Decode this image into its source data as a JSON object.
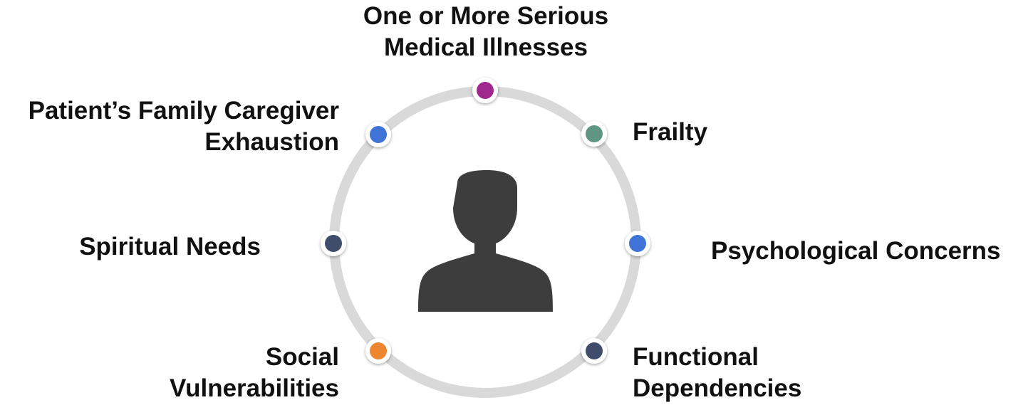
{
  "diagram": {
    "ring_color": "#d9d9d9",
    "figure_color": "#3d3d3d",
    "figure_icon": "person-silhouette-icon",
    "factors": [
      {
        "id": "serious-illness",
        "lines": [
          "One or More Serious",
          "Medical Illnesses"
        ],
        "color": "#a0278d"
      },
      {
        "id": "frailty",
        "lines": [
          "Frailty"
        ],
        "color": "#5f9583"
      },
      {
        "id": "psychological",
        "lines": [
          "Psychological Concerns"
        ],
        "color": "#3f73d6"
      },
      {
        "id": "functional",
        "lines": [
          "Functional",
          "Dependencies"
        ],
        "color": "#3f4d6a"
      },
      {
        "id": "social",
        "lines": [
          "Social",
          "Vulnerabilities"
        ],
        "color": "#ee8531"
      },
      {
        "id": "spiritual",
        "lines": [
          "Spiritual Needs"
        ],
        "color": "#3f4d6a"
      },
      {
        "id": "caregiver",
        "lines": [
          "Patient’s Family Caregiver",
          "Exhaustion"
        ],
        "color": "#3f73d6"
      }
    ]
  }
}
